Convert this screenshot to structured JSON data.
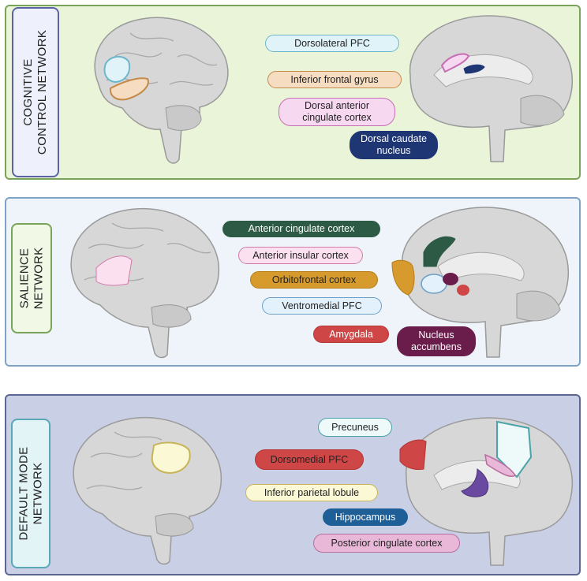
{
  "networks": [
    {
      "title": "COGNITIVE\nCONTROL NETWORK",
      "panel_bg": "#e9f4d8",
      "panel_border": "#7aa35a",
      "label_bg": "#eef0fb",
      "label_border": "#5a63a6",
      "regions": [
        {
          "label": "Dorsolateral PFC",
          "fill": "#dff3f9",
          "border": "#6bb6cc",
          "text": "#222222"
        },
        {
          "label": "Inferior frontal gyrus",
          "fill": "#f6dcc0",
          "border": "#c48a4a",
          "text": "#222222"
        },
        {
          "label": "Dorsal anterior\ncingulate cortex",
          "fill": "#f7d8f1",
          "border": "#c66fb4",
          "text": "#222222"
        },
        {
          "label": "Dorsal caudate\nnucleus",
          "fill": "#1f3675",
          "border": "#1f3675",
          "text": "#ffffff"
        }
      ]
    },
    {
      "title": "SALIENCE\nNETWORK",
      "panel_bg": "#eef4fa",
      "panel_border": "#7fa3c6",
      "label_bg": "#f1f8e6",
      "label_border": "#7aa35a",
      "regions": [
        {
          "label": "Anterior cingulate cortex",
          "fill": "#2d5a45",
          "border": "#2d5a45",
          "text": "#ffffff"
        },
        {
          "label": "Anterior insular cortex",
          "fill": "#fbe1ef",
          "border": "#d27aa9",
          "text": "#222222"
        },
        {
          "label": "Orbitofrontal cortex",
          "fill": "#d69a2d",
          "border": "#b67d18",
          "text": "#222222"
        },
        {
          "label": "Ventromedial PFC",
          "fill": "#e2f1fb",
          "border": "#6e9fc6",
          "text": "#222222"
        },
        {
          "label": "Amygdala",
          "fill": "#cf4646",
          "border": "#b53434",
          "text": "#ffffff"
        },
        {
          "label": "Nucleus\naccumbens",
          "fill": "#6a1d4b",
          "border": "#6a1d4b",
          "text": "#ffffff"
        }
      ]
    },
    {
      "title": "DEFAULT MODE\nNETWORK",
      "panel_bg": "#c9d0e6",
      "panel_border": "#5c6691",
      "label_bg": "#e3f4f7",
      "label_border": "#5aa8b6",
      "regions": [
        {
          "label": "Precuneus",
          "fill": "#eef9f9",
          "border": "#4aa3a8",
          "text": "#222222"
        },
        {
          "label": "Dorsomedial PFC",
          "fill": "#cf4646",
          "border": "#b53434",
          "text": "#222222"
        },
        {
          "label": "Inferior parietal lobule",
          "fill": "#fbf8d6",
          "border": "#c7b45a",
          "text": "#222222"
        },
        {
          "label": "Hippocampus",
          "fill": "#1f5f98",
          "border": "#1f5f98",
          "text": "#ffffff"
        },
        {
          "label": "Posterior cingulate cortex",
          "fill": "#e9b8d8",
          "border": "#b86d9f",
          "text": "#222222"
        }
      ]
    }
  ]
}
